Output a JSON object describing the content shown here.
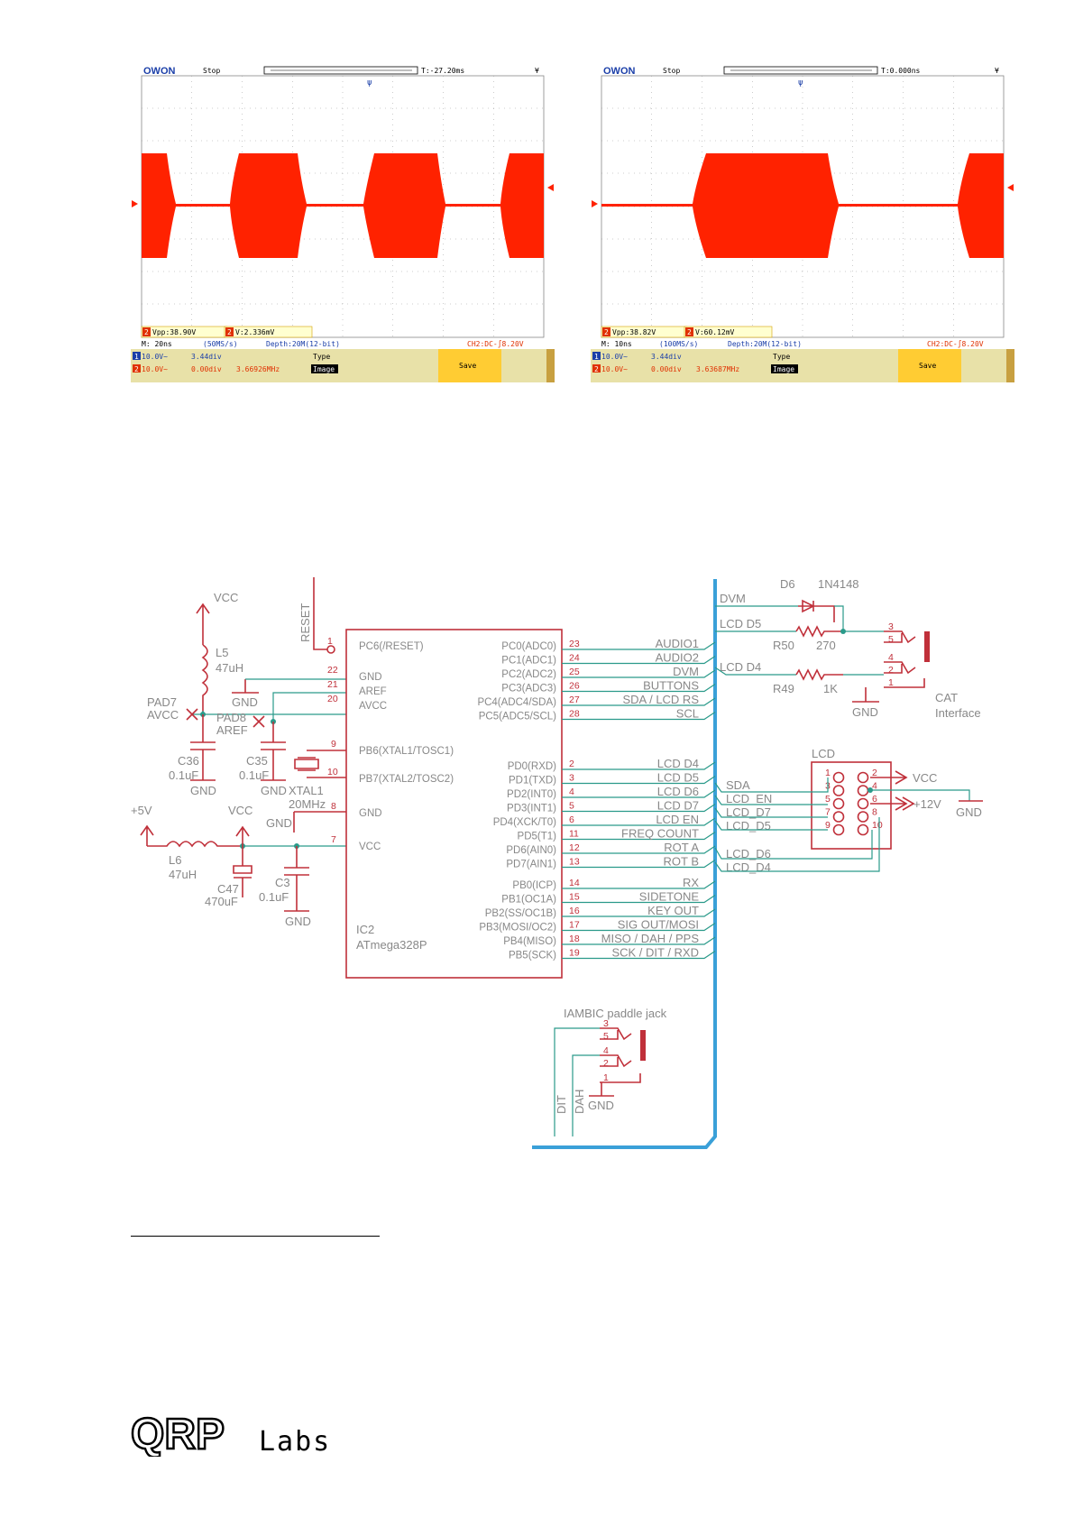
{
  "scopes": [
    {
      "brand": "OWON",
      "status": "Stop",
      "trigger_time": "T:-27.20ms",
      "vpp": "Vpp:38.90V",
      "v": "V:2.336mV",
      "timebase": "M: 20ns",
      "sample_rate": "(50MS/s)",
      "depth": "Depth:20M(12-bit)",
      "trigger_info": "CH2:DC-∫8.20V",
      "ch1": "10.0V~",
      "ch1_offset": "3.44div",
      "ch2": "10.0V~",
      "ch2_offset": "0.00div",
      "freq": "3.66926MHz",
      "type_label": "Type",
      "type_value": "Image",
      "save_label": "Save",
      "ch_marker": "2"
    },
    {
      "brand": "OWON",
      "status": "Stop",
      "trigger_time": "T:0.000ns",
      "vpp": "Vpp:38.82V",
      "v": "V:60.12mV",
      "timebase": "M: 10ns",
      "sample_rate": "(100MS/s)",
      "depth": "Depth:20M(12-bit)",
      "trigger_info": "CH2:DC-∫8.20V",
      "ch1": "10.0V~",
      "ch1_offset": "3.44div",
      "ch2": "10.0V~",
      "ch2_offset": "0.00div",
      "freq": "3.63687MHz",
      "type_label": "Type",
      "type_value": "Image",
      "save_label": "Save",
      "ch_marker": "2"
    }
  ],
  "schematic": {
    "reset": "RESET",
    "vcc": "VCC",
    "gnd": "GND",
    "plus5v": "+5V",
    "plus12v": "+12V",
    "l5": "L5",
    "l5_val": "47uH",
    "l6": "L6",
    "l6_val": "47uH",
    "pad7": "PAD7",
    "avcc": "AVCC",
    "pad8": "PAD8",
    "aref": "AREF",
    "c36": "C36",
    "c35": "C35",
    "c47": "C47",
    "c47_val": "470uF",
    "c3": "C3",
    "cap_val": "0.1uF",
    "xtal1": "XTAL1",
    "xtal_val": "20MHz",
    "ic_name": "IC2",
    "ic_part": "ATmega328P",
    "d6": "D6",
    "d6_val": "1N4148",
    "r50": "R50",
    "r50_val": "270",
    "r49": "R49",
    "r49_val": "1K",
    "cat": "CAT",
    "interface": "Interface",
    "lcd": "LCD",
    "iambic": "IAMBIC paddle jack",
    "dit": "DIT",
    "dah": "DAH",
    "left_pins": [
      {
        "num": "1",
        "name": "PC6(/RESET)"
      },
      {
        "num": "22",
        "name": "GND"
      },
      {
        "num": "21",
        "name": "AREF"
      },
      {
        "num": "20",
        "name": "AVCC"
      },
      {
        "num": "9",
        "name": "PB6(XTAL1/TOSC1)"
      },
      {
        "num": "10",
        "name": "PB7(XTAL2/TOSC2)"
      },
      {
        "num": "8",
        "name": "GND"
      },
      {
        "num": "7",
        "name": "VCC"
      }
    ],
    "right_pins": [
      {
        "num": "23",
        "name": "PC0(ADC0)",
        "net": "AUDIO1"
      },
      {
        "num": "24",
        "name": "PC1(ADC1)",
        "net": "AUDIO2"
      },
      {
        "num": "25",
        "name": "PC2(ADC2)",
        "net": "DVM"
      },
      {
        "num": "26",
        "name": "PC3(ADC3)",
        "net": "BUTTONS"
      },
      {
        "num": "27",
        "name": "PC4(ADC4/SDA)",
        "net": "SDA / LCD RS"
      },
      {
        "num": "28",
        "name": "PC5(ADC5/SCL)",
        "net": "SCL"
      },
      {
        "num": "2",
        "name": "PD0(RXD)",
        "net": "LCD D4"
      },
      {
        "num": "3",
        "name": "PD1(TXD)",
        "net": "LCD D5"
      },
      {
        "num": "4",
        "name": "PD2(INT0)",
        "net": "LCD D6"
      },
      {
        "num": "5",
        "name": "PD3(INT1)",
        "net": "LCD D7"
      },
      {
        "num": "6",
        "name": "PD4(XCK/T0)",
        "net": "LCD EN"
      },
      {
        "num": "11",
        "name": "PD5(T1)",
        "net": "FREQ COUNT"
      },
      {
        "num": "12",
        "name": "PD6(AIN0)",
        "net": "ROT A"
      },
      {
        "num": "13",
        "name": "PD7(AIN1)",
        "net": "ROT B"
      },
      {
        "num": "14",
        "name": "PB0(ICP)",
        "net": "RX"
      },
      {
        "num": "15",
        "name": "PB1(OC1A)",
        "net": "SIDETONE"
      },
      {
        "num": "16",
        "name": "PB2(SS/OC1B)",
        "net": "KEY OUT"
      },
      {
        "num": "17",
        "name": "PB3(MOSI/OC2)",
        "net": "SIG OUT/MOSI"
      },
      {
        "num": "18",
        "name": "PB4(MISO)",
        "net": "MISO / DAH / PPS"
      },
      {
        "num": "19",
        "name": "PB5(SCK)",
        "net": "SCK / DIT / RXD"
      }
    ],
    "bus_nets_top": [
      "DVM",
      "LCD D5",
      "LCD D4"
    ],
    "lcd_nets": [
      "SDA",
      "LCD_EN",
      "LCD_D7",
      "LCD_D5",
      "LCD_D6",
      "LCD_D4"
    ],
    "lcd_pins_left": [
      "1",
      "3",
      "5",
      "7",
      "9"
    ],
    "lcd_pins_right": [
      "2",
      "4",
      "6",
      "8",
      "10"
    ],
    "jack_pins": [
      "3",
      "5",
      "4",
      "2",
      "1"
    ]
  },
  "logo": {
    "qrp": "QRP",
    "labs": "Labs"
  }
}
